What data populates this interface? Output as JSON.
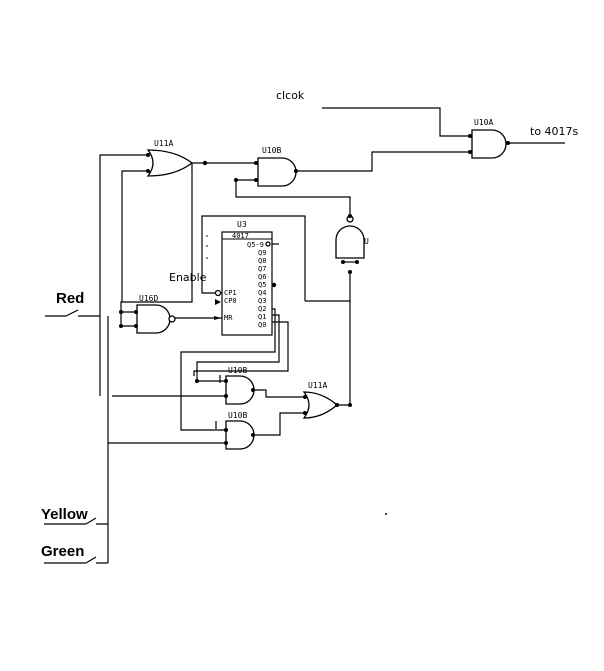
{
  "labels": {
    "clock": "clcok",
    "output": "to 4017s",
    "enable": "Enable",
    "red": "Red",
    "yellow": "Yellow",
    "green": "Green"
  },
  "refs": {
    "u11a_top": "U11A",
    "u10b_top": "U10B",
    "u10a": "U10A",
    "u3": "U3",
    "u16d": "U16D",
    "u_nand": "U",
    "u10b_mid": "U10B",
    "u10b_bot": "U10B",
    "u11a_bot": "U11A"
  },
  "counter": {
    "part": "4017",
    "pins_right": [
      "Q5-9",
      "Q9",
      "Q8",
      "Q7",
      "Q6",
      "Q5",
      "Q4",
      "Q3",
      "Q2",
      "Q1",
      "Q0"
    ],
    "pins_left": [
      "CP1",
      "CP0",
      "MR"
    ]
  }
}
